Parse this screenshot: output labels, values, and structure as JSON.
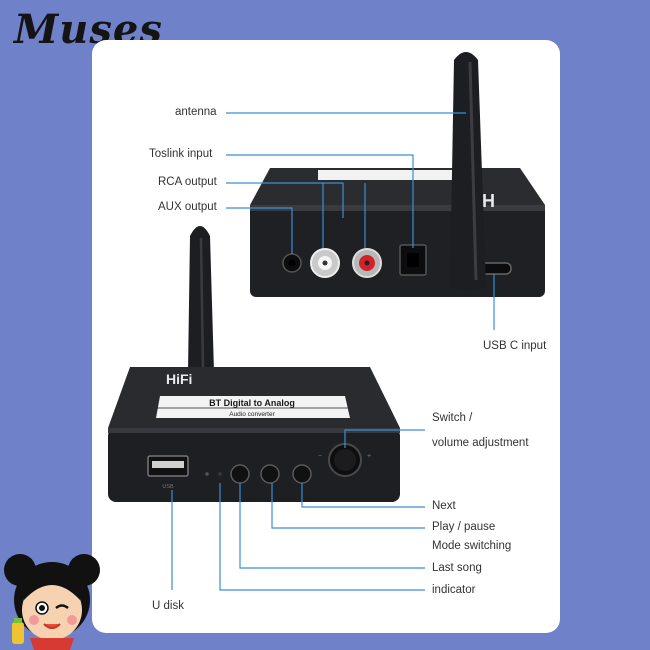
{
  "brand": {
    "name": "Muses"
  },
  "labels": {
    "antenna": "antenna",
    "toslink": "Toslink input",
    "rca": "RCA output",
    "aux": "AUX output",
    "usbc": "USB C input",
    "switch_line1": "Switch /",
    "switch_line2": "volume adjustment",
    "next": "Next",
    "play_pause": "Play / pause",
    "mode": "Mode switching",
    "last_song": "Last song",
    "indicator": "indicator",
    "udisk": "U disk"
  },
  "device": {
    "hifi": "HiFi",
    "panel_line1": "BT Digital to Analog",
    "panel_line2": "Audio converter",
    "usb_port_label": "USB"
  },
  "colors": {
    "background": "#6f82c9",
    "card": "#ffffff",
    "leader_line": "#3a8fd6",
    "device_body": "#1e1f22"
  }
}
